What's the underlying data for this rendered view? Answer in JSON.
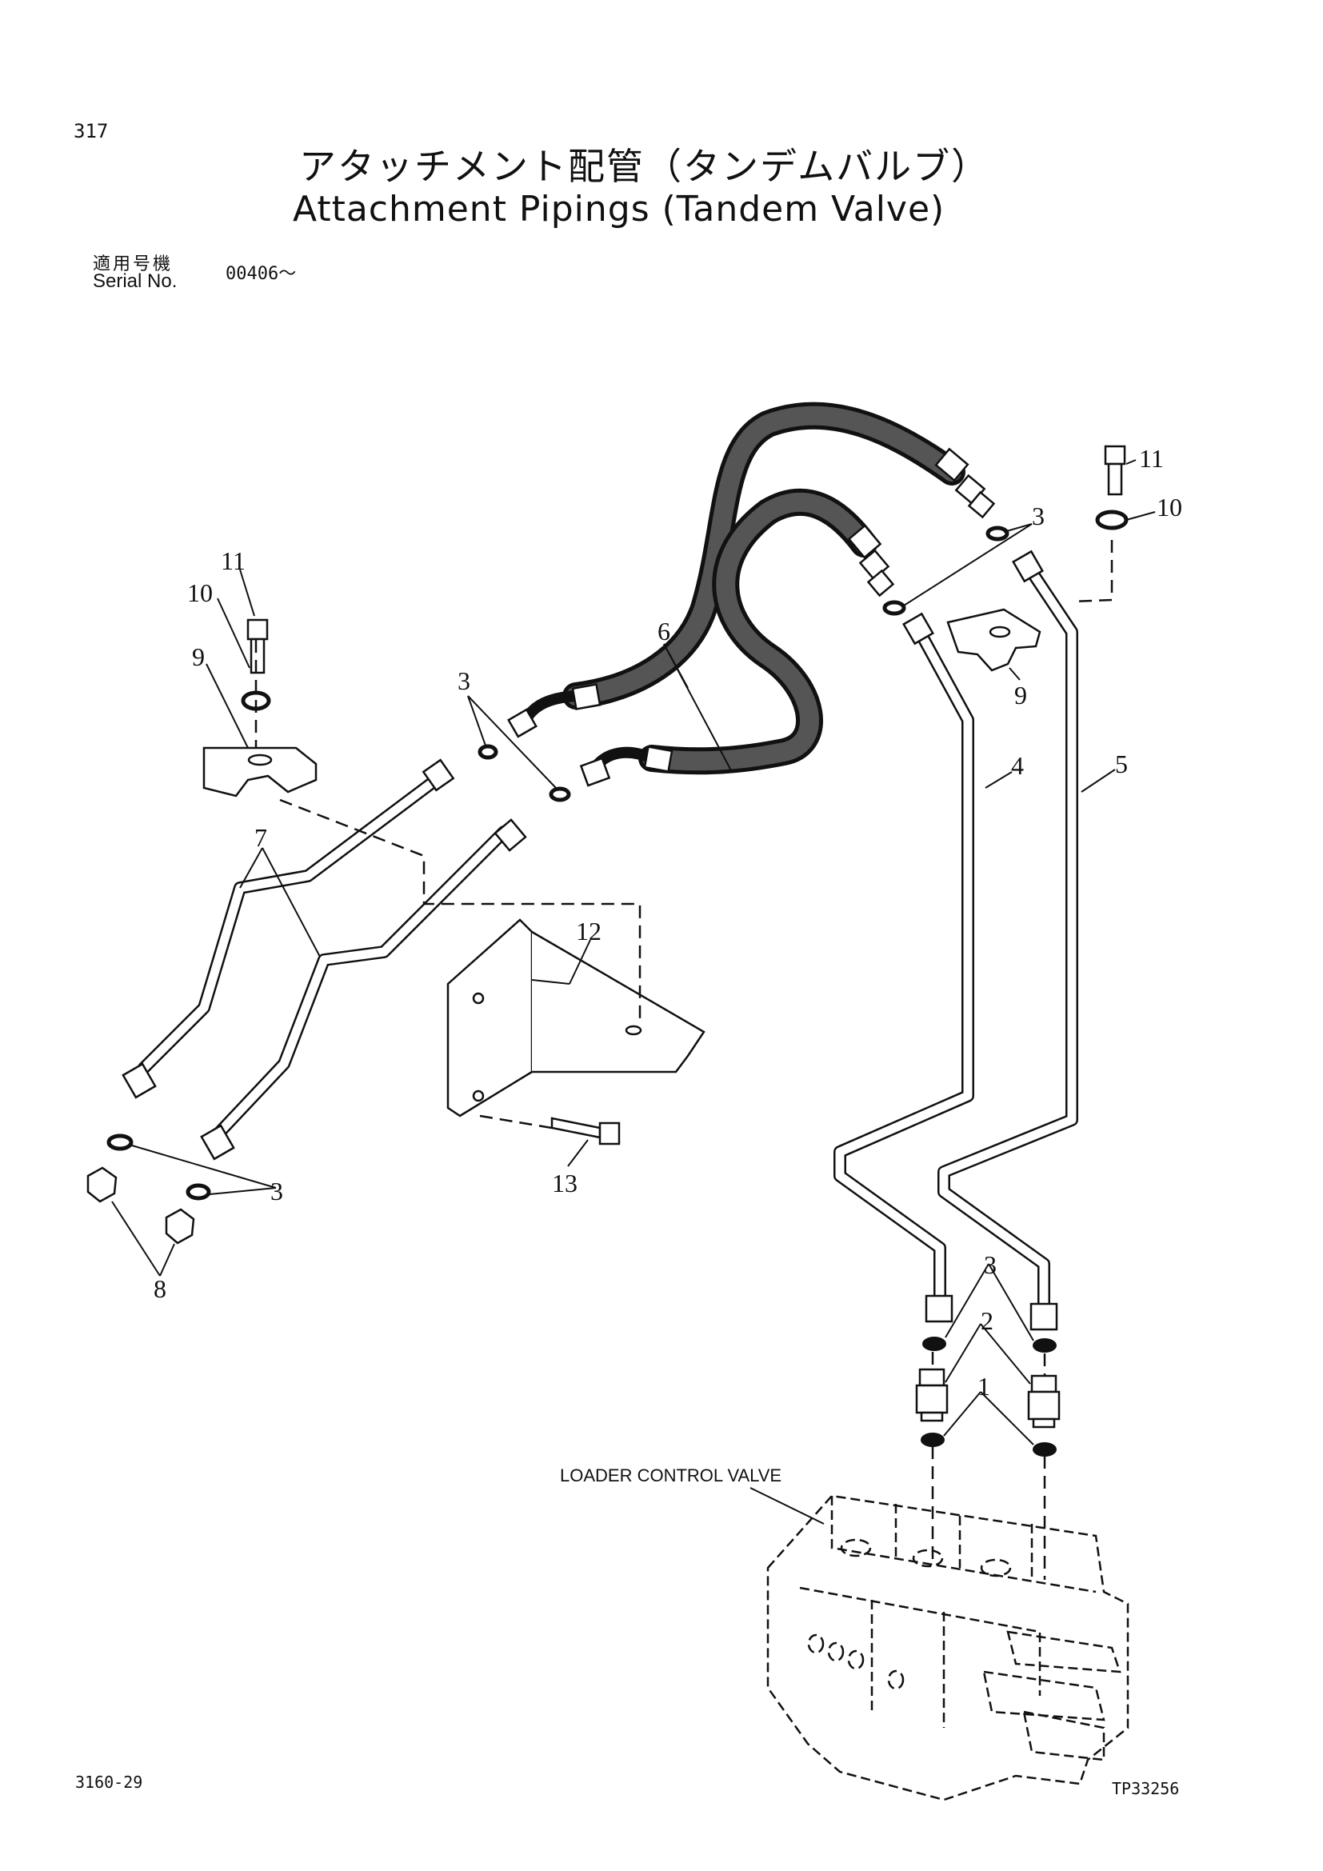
{
  "header": {
    "page_number": "317",
    "title_jp": "アタッチメント配管（タンデムバルブ）",
    "title_en": "Attachment Pipings (Tandem Valve)",
    "serial_label_jp": "適用号機",
    "serial_label_en": "Serial No.",
    "serial_value": "00406～"
  },
  "diagram": {
    "callouts": {
      "c1": "1",
      "c2": "2",
      "c3a": "3",
      "c3b": "3",
      "c3c": "3",
      "c3d": "3",
      "c4": "4",
      "c5": "5",
      "c6": "6",
      "c7": "7",
      "c8": "8",
      "c9a": "9",
      "c9b": "9",
      "c10a": "10",
      "c10b": "10",
      "c11a": "11",
      "c11b": "11",
      "c12": "12",
      "c13": "13"
    },
    "loader_control_valve_label": "LOADER CONTROL VALVE"
  },
  "footer": {
    "left_code": "3160-29",
    "right_code": "TP33256"
  }
}
